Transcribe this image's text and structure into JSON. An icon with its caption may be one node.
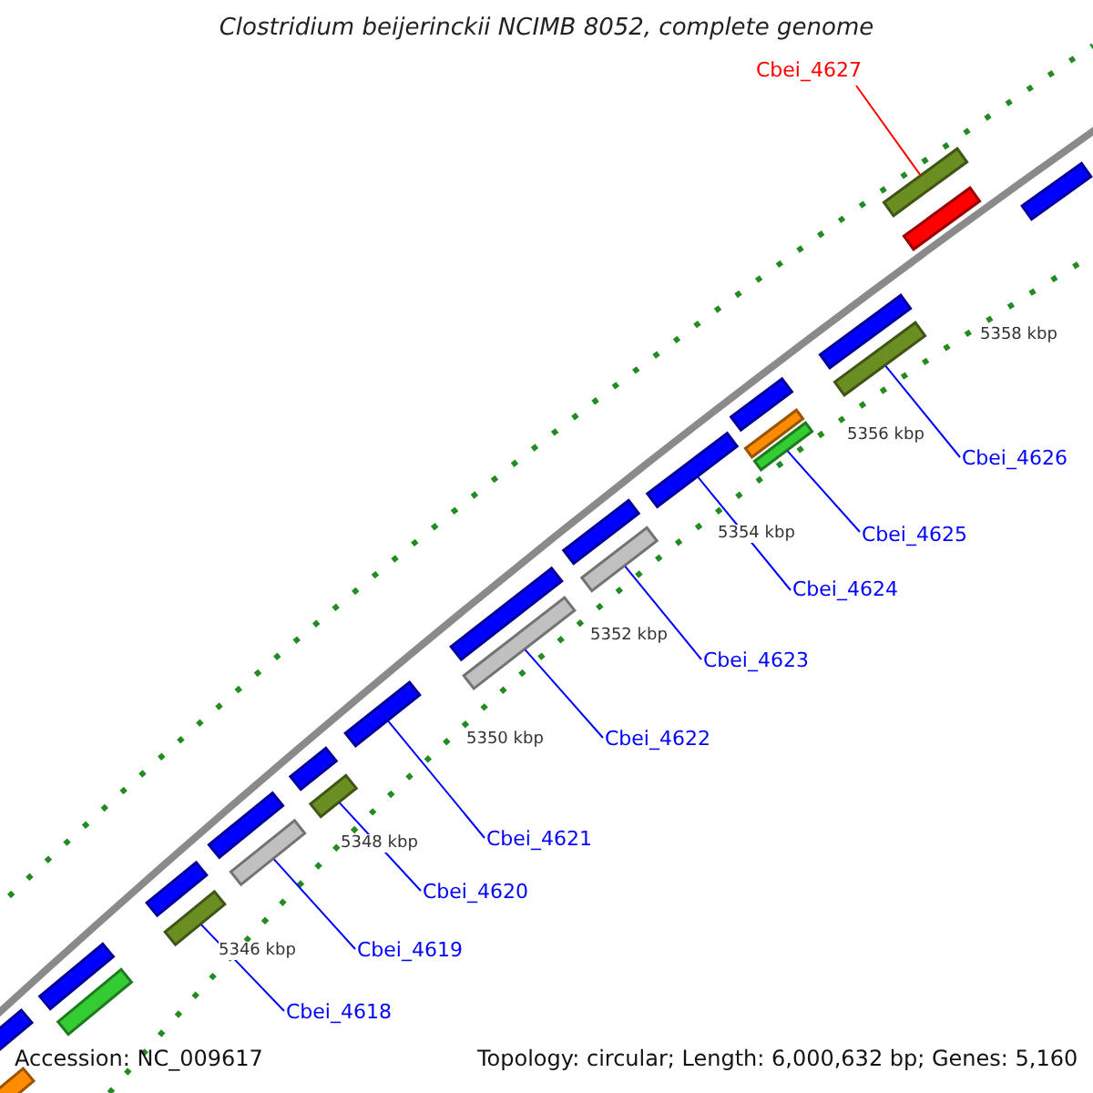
{
  "diagram": {
    "title": "Clostridium beijerinckii NCIMB 8052, complete genome",
    "nodes": [
      {
        "text": [
          "Cbei_4627"
        ]
      },
      {
        "text": [
          "Cbei_4626"
        ]
      },
      {
        "text": [
          "Cbei_4625"
        ]
      },
      {
        "text": [
          "Cbei_4624"
        ]
      },
      {
        "text": [
          "Cbei_4623"
        ]
      },
      {
        "text": [
          "Cbei_4622"
        ]
      },
      {
        "text": [
          "Cbei_4621"
        ]
      },
      {
        "text": [
          "Cbei_4620"
        ]
      },
      {
        "text": [
          "Cbei_4619"
        ]
      },
      {
        "text": [
          "Cbei_4618"
        ]
      },
      {
        "text": [],
        "shape": "bar"
      },
      {
        "text": [],
        "shape": "bar"
      },
      {
        "text": [],
        "shape": "bar"
      },
      {
        "text": [],
        "shape": "bar"
      },
      {
        "text": [],
        "shape": "bar"
      },
      {
        "text": [],
        "shape": "bar"
      },
      {
        "text": [],
        "shape": "bar"
      },
      {
        "text": [],
        "shape": "bar"
      },
      {
        "text": [],
        "shape": "bar"
      },
      {
        "text": [],
        "shape": "bar"
      },
      {
        "text": [],
        "shape": "bar"
      },
      {
        "text": [],
        "shape": "bar"
      },
      {
        "text": [],
        "shape": "bar"
      },
      {
        "text": [],
        "shape": "bar"
      },
      {
        "text": [],
        "shape": "bar"
      },
      {
        "text": [],
        "shape": "bar"
      },
      {
        "text": [],
        "shape": "bar"
      },
      {
        "text": [],
        "shape": "bar"
      },
      {
        "text": [],
        "shape": "bar"
      },
      {
        "text": [],
        "shape": "bar"
      },
      {
        "text": [],
        "shape": "bar"
      },
      {
        "text": [],
        "shape": "bar"
      },
      {
        "text": [],
        "shape": "bar"
      },
      {
        "text": [],
        "shape": "bar"
      }
    ],
    "edges": [
      {
        "from": 0,
        "to": 10,
        "arrow": "none",
        "color": "#ff0000"
      },
      {
        "from": 1,
        "to": 11,
        "arrow": "none"
      },
      {
        "from": 2,
        "to": 12,
        "arrow": "none"
      },
      {
        "from": 3,
        "to": 13,
        "arrow": "none"
      },
      {
        "from": 4,
        "to": 14,
        "arrow": "none"
      },
      {
        "from": 5,
        "to": 15,
        "arrow": "none"
      },
      {
        "from": 6,
        "to": 16,
        "arrow": "none"
      },
      {
        "from": 7,
        "to": 17,
        "arrow": "none"
      },
      {
        "from": 8,
        "to": 18,
        "arrow": "none"
      },
      {
        "from": 9,
        "to": 19,
        "arrow": "none"
      }
    ],
    "labels": [
      "5358 kbp",
      "5356 kbp",
      "5354 kbp",
      "5352 kbp",
      "5350 kbp",
      "5348 kbp",
      "5346 kbp",
      "Accession: NC_009617",
      "Topology: circular; Length: 6,000,632 bp; Genes: 5,160"
    ]
  }
}
